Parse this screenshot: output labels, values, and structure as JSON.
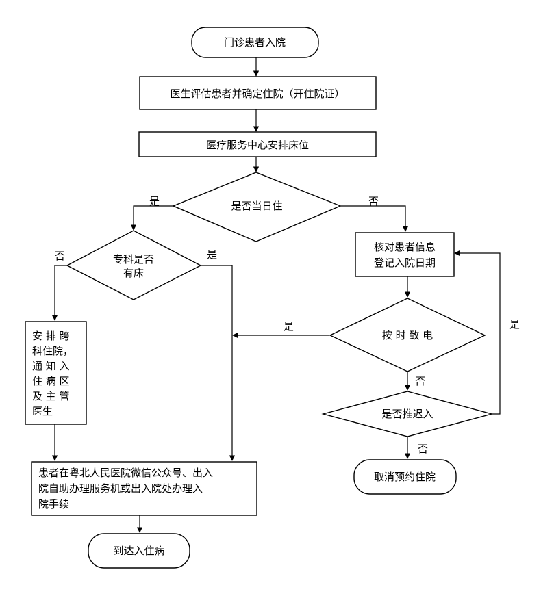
{
  "flowchart": {
    "nodes": {
      "start": "门诊患者入院",
      "assess": "医生评估患者并确定住院（开住院证）",
      "arrange_bed": "医疗服务中心安排床位",
      "same_day_q": "是否当日住",
      "dept_bed_q_line1": "专科是否",
      "dept_bed_q_line2": "有床",
      "cross_dept_line1": "安 排 跨",
      "cross_dept_line2": "科住院，",
      "cross_dept_line3": "通 知 入",
      "cross_dept_line4": "住 病 区",
      "cross_dept_line5": "及 主 管",
      "cross_dept_line6": "医生",
      "verify_line1": "核对患者信息",
      "verify_line2": "登记入院日期",
      "call_q": "按 时 致 电",
      "postpone_q": "是否推迟入",
      "procedure_line1": "患者在粤北人民医院微信公众号、出入",
      "procedure_line2": "院自助办理服务机或出入院处办理入",
      "procedure_line3": "院手续",
      "cancel": "取消预约住院",
      "arrive": "到达入住病"
    },
    "edge_labels": {
      "same_day_yes": "是",
      "same_day_no": "否",
      "dept_no": "否",
      "dept_yes": "是",
      "call_yes": "是",
      "call_no": "否",
      "postpone_yes": "是",
      "postpone_no": "否"
    }
  }
}
